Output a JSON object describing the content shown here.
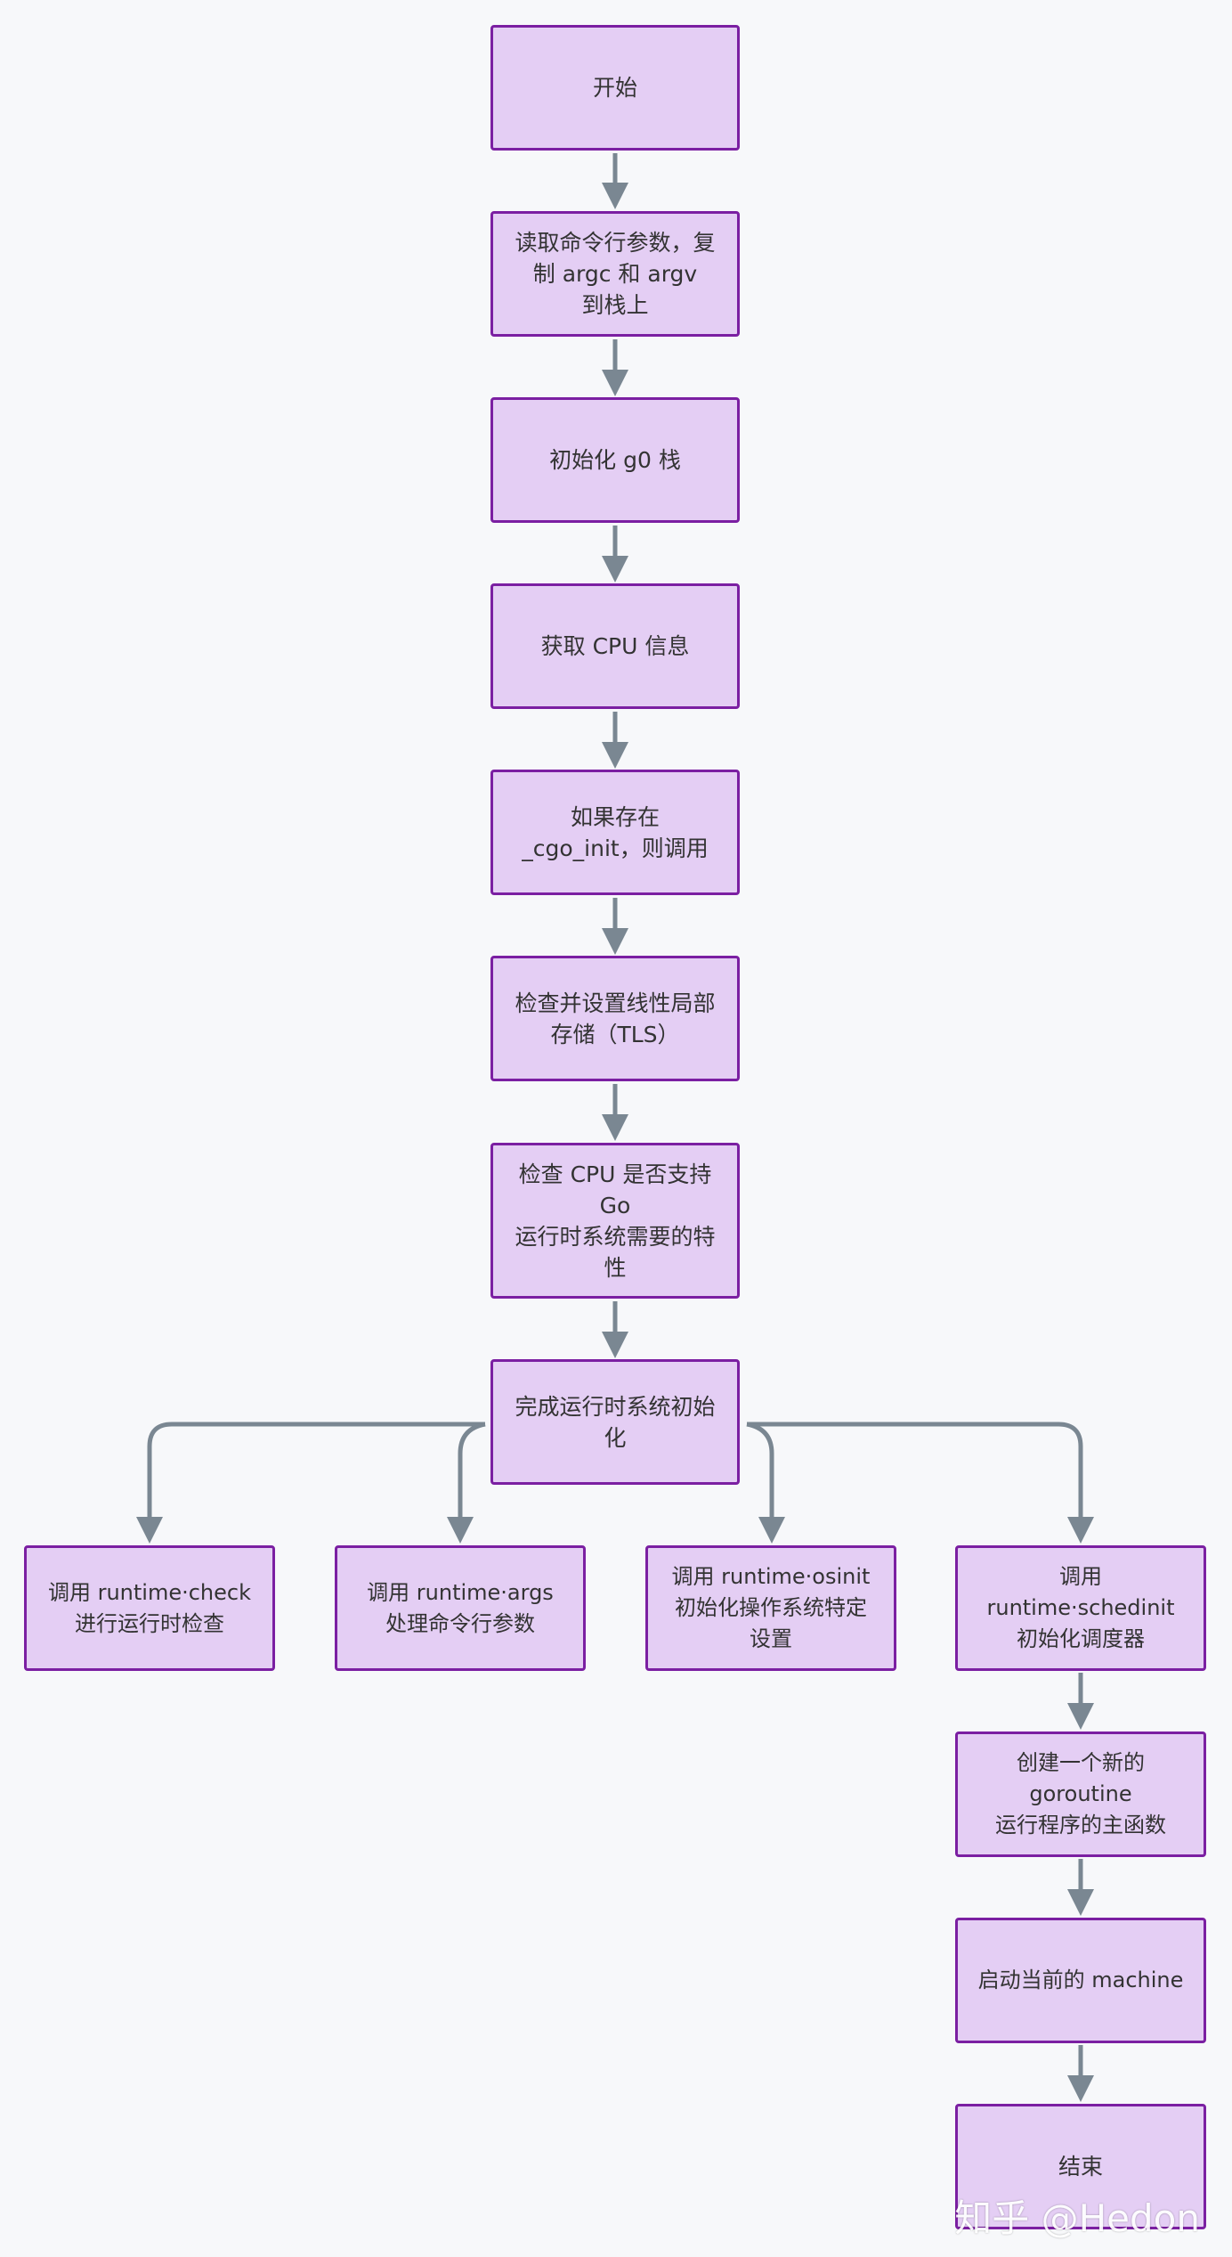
{
  "colors": {
    "node_fill": "#e4cef4",
    "node_border": "#7b1fa2",
    "edge": "#7a8792",
    "text": "#333333",
    "background": "#f7f8fa"
  },
  "nodes": {
    "start": "开始",
    "read_args": "读取命令行参数，复\n制 argc 和 argv\n到栈上",
    "init_g0": "初始化 g0 栈",
    "cpu_info": "获取 CPU 信息",
    "cgo_init": "如果存在\n_cgo_init，则调用",
    "tls": "检查并设置线性局部\n存储（TLS）",
    "cpu_check": "检查 CPU 是否支持\nGo\n运行时系统需要的特\n性",
    "runtime_init": "完成运行时系统初始\n化",
    "rt_check": "调用 runtime·check\n进行运行时检查",
    "rt_args": "调用 runtime·args\n处理命令行参数",
    "rt_osinit": "调用 runtime·osinit\n初始化操作系统特定\n设置",
    "rt_schedinit": "调用\nruntime·schedinit\n初始化调度器",
    "new_goroutine": "创建一个新的\ngoroutine\n运行程序的主函数",
    "mstart": "启动当前的 machine",
    "end": "结束"
  },
  "watermark": "知乎 @Hedon"
}
